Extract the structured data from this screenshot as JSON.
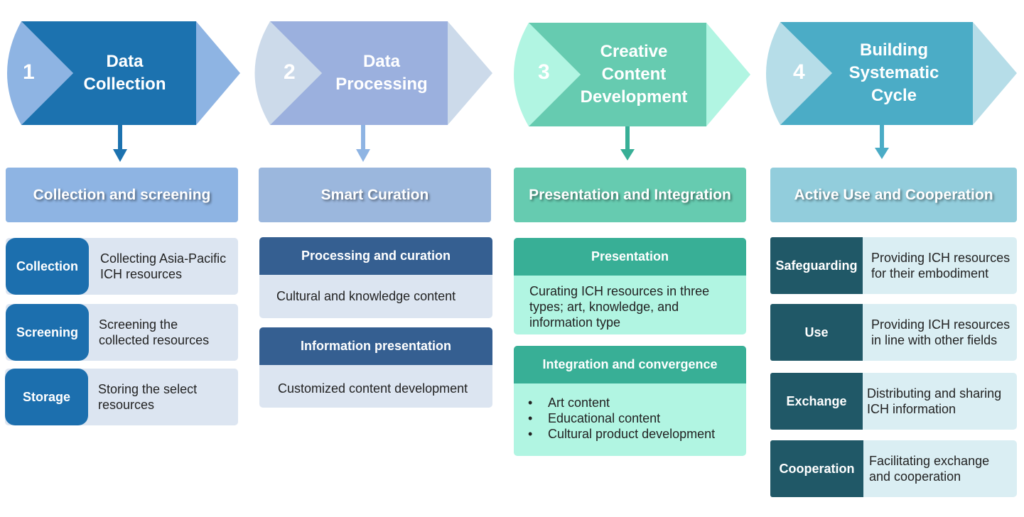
{
  "colors": {
    "stage1_dark": "#1C72AF",
    "stage1_light": "#8EB4E3",
    "stage2_dark": "#9BB0DE",
    "stage2_light": "#CCDAEA",
    "stage3_dark": "#66CBB0",
    "stage3_light": "#B1F5E2",
    "stage4_dark": "#4BACC6",
    "stage4_light": "#B6DDE8",
    "col1_section": "#8EB4E3",
    "col2_section": "#9BB7DD",
    "col3_section": "#66CBB0",
    "col4_section": "#92CDDC",
    "col1_badge": "#1C6FAE",
    "col1_item_bg": "#DCE5F1",
    "col2_head": "#355F91",
    "col2_body": "#DCE5F1",
    "col3_head": "#38AF96",
    "col3_body": "#B1F5E2",
    "col4_badge": "#205867",
    "col4_item_bg": "#DAEEF3",
    "arrow1": "#1C72AF",
    "arrow2": "#8EB4E3",
    "arrow3": "#38AF96",
    "arrow4": "#4BACC6"
  },
  "stages": [
    {
      "number": "1",
      "title_lines": [
        "Data",
        "Collection"
      ]
    },
    {
      "number": "2",
      "title_lines": [
        "Data",
        "Processing"
      ]
    },
    {
      "number": "3",
      "title_lines": [
        "Creative",
        "Content",
        "Development"
      ]
    },
    {
      "number": "4",
      "title_lines": [
        "Building",
        "Systematic",
        "Cycle"
      ]
    }
  ],
  "sections": [
    "Collection and screening",
    "Smart Curation",
    "Presentation and Integration",
    "Active Use and Cooperation"
  ],
  "column1_items": [
    {
      "label": "Collection",
      "description": "Collecting Asia-Pacific ICH resources"
    },
    {
      "label": "Screening",
      "description": "Screening the collected resources"
    },
    {
      "label": "Storage",
      "description": "Storing the select resources"
    }
  ],
  "column2_cards": [
    {
      "title": "Processing and curation",
      "body": "Cultural and knowledge content"
    },
    {
      "title": "Information presentation",
      "body": "Customized content development"
    }
  ],
  "column3_cards": [
    {
      "title": "Presentation",
      "body": "Curating ICH resources in three types; art, knowledge, and information type"
    },
    {
      "title": "Integration and convergence",
      "bullets": [
        "Art content",
        "Educational content",
        "Cultural product development"
      ]
    }
  ],
  "column4_items": [
    {
      "label": "Safeguarding",
      "description": "Providing ICH resources for their embodiment"
    },
    {
      "label": "Use",
      "description": "Providing ICH resources in line with other fields"
    },
    {
      "label": "Exchange",
      "description": "Distributing and sharing ICH information"
    },
    {
      "label": "Cooperation",
      "description": "Facilitating exchange and cooperation"
    }
  ]
}
